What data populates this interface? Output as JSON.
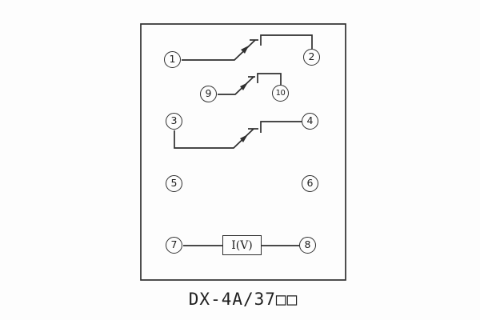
{
  "diagram": {
    "caption": "DX-4A/37□□",
    "load_label": "I(V)",
    "line_color": "#2f2f2f",
    "background_color": "#fdfdfd",
    "terminals": {
      "t1": "1",
      "t2": "2",
      "t3": "3",
      "t4": "4",
      "t5": "5",
      "t6": "6",
      "t7": "7",
      "t8": "8",
      "t9": "9",
      "t10": "10"
    }
  }
}
